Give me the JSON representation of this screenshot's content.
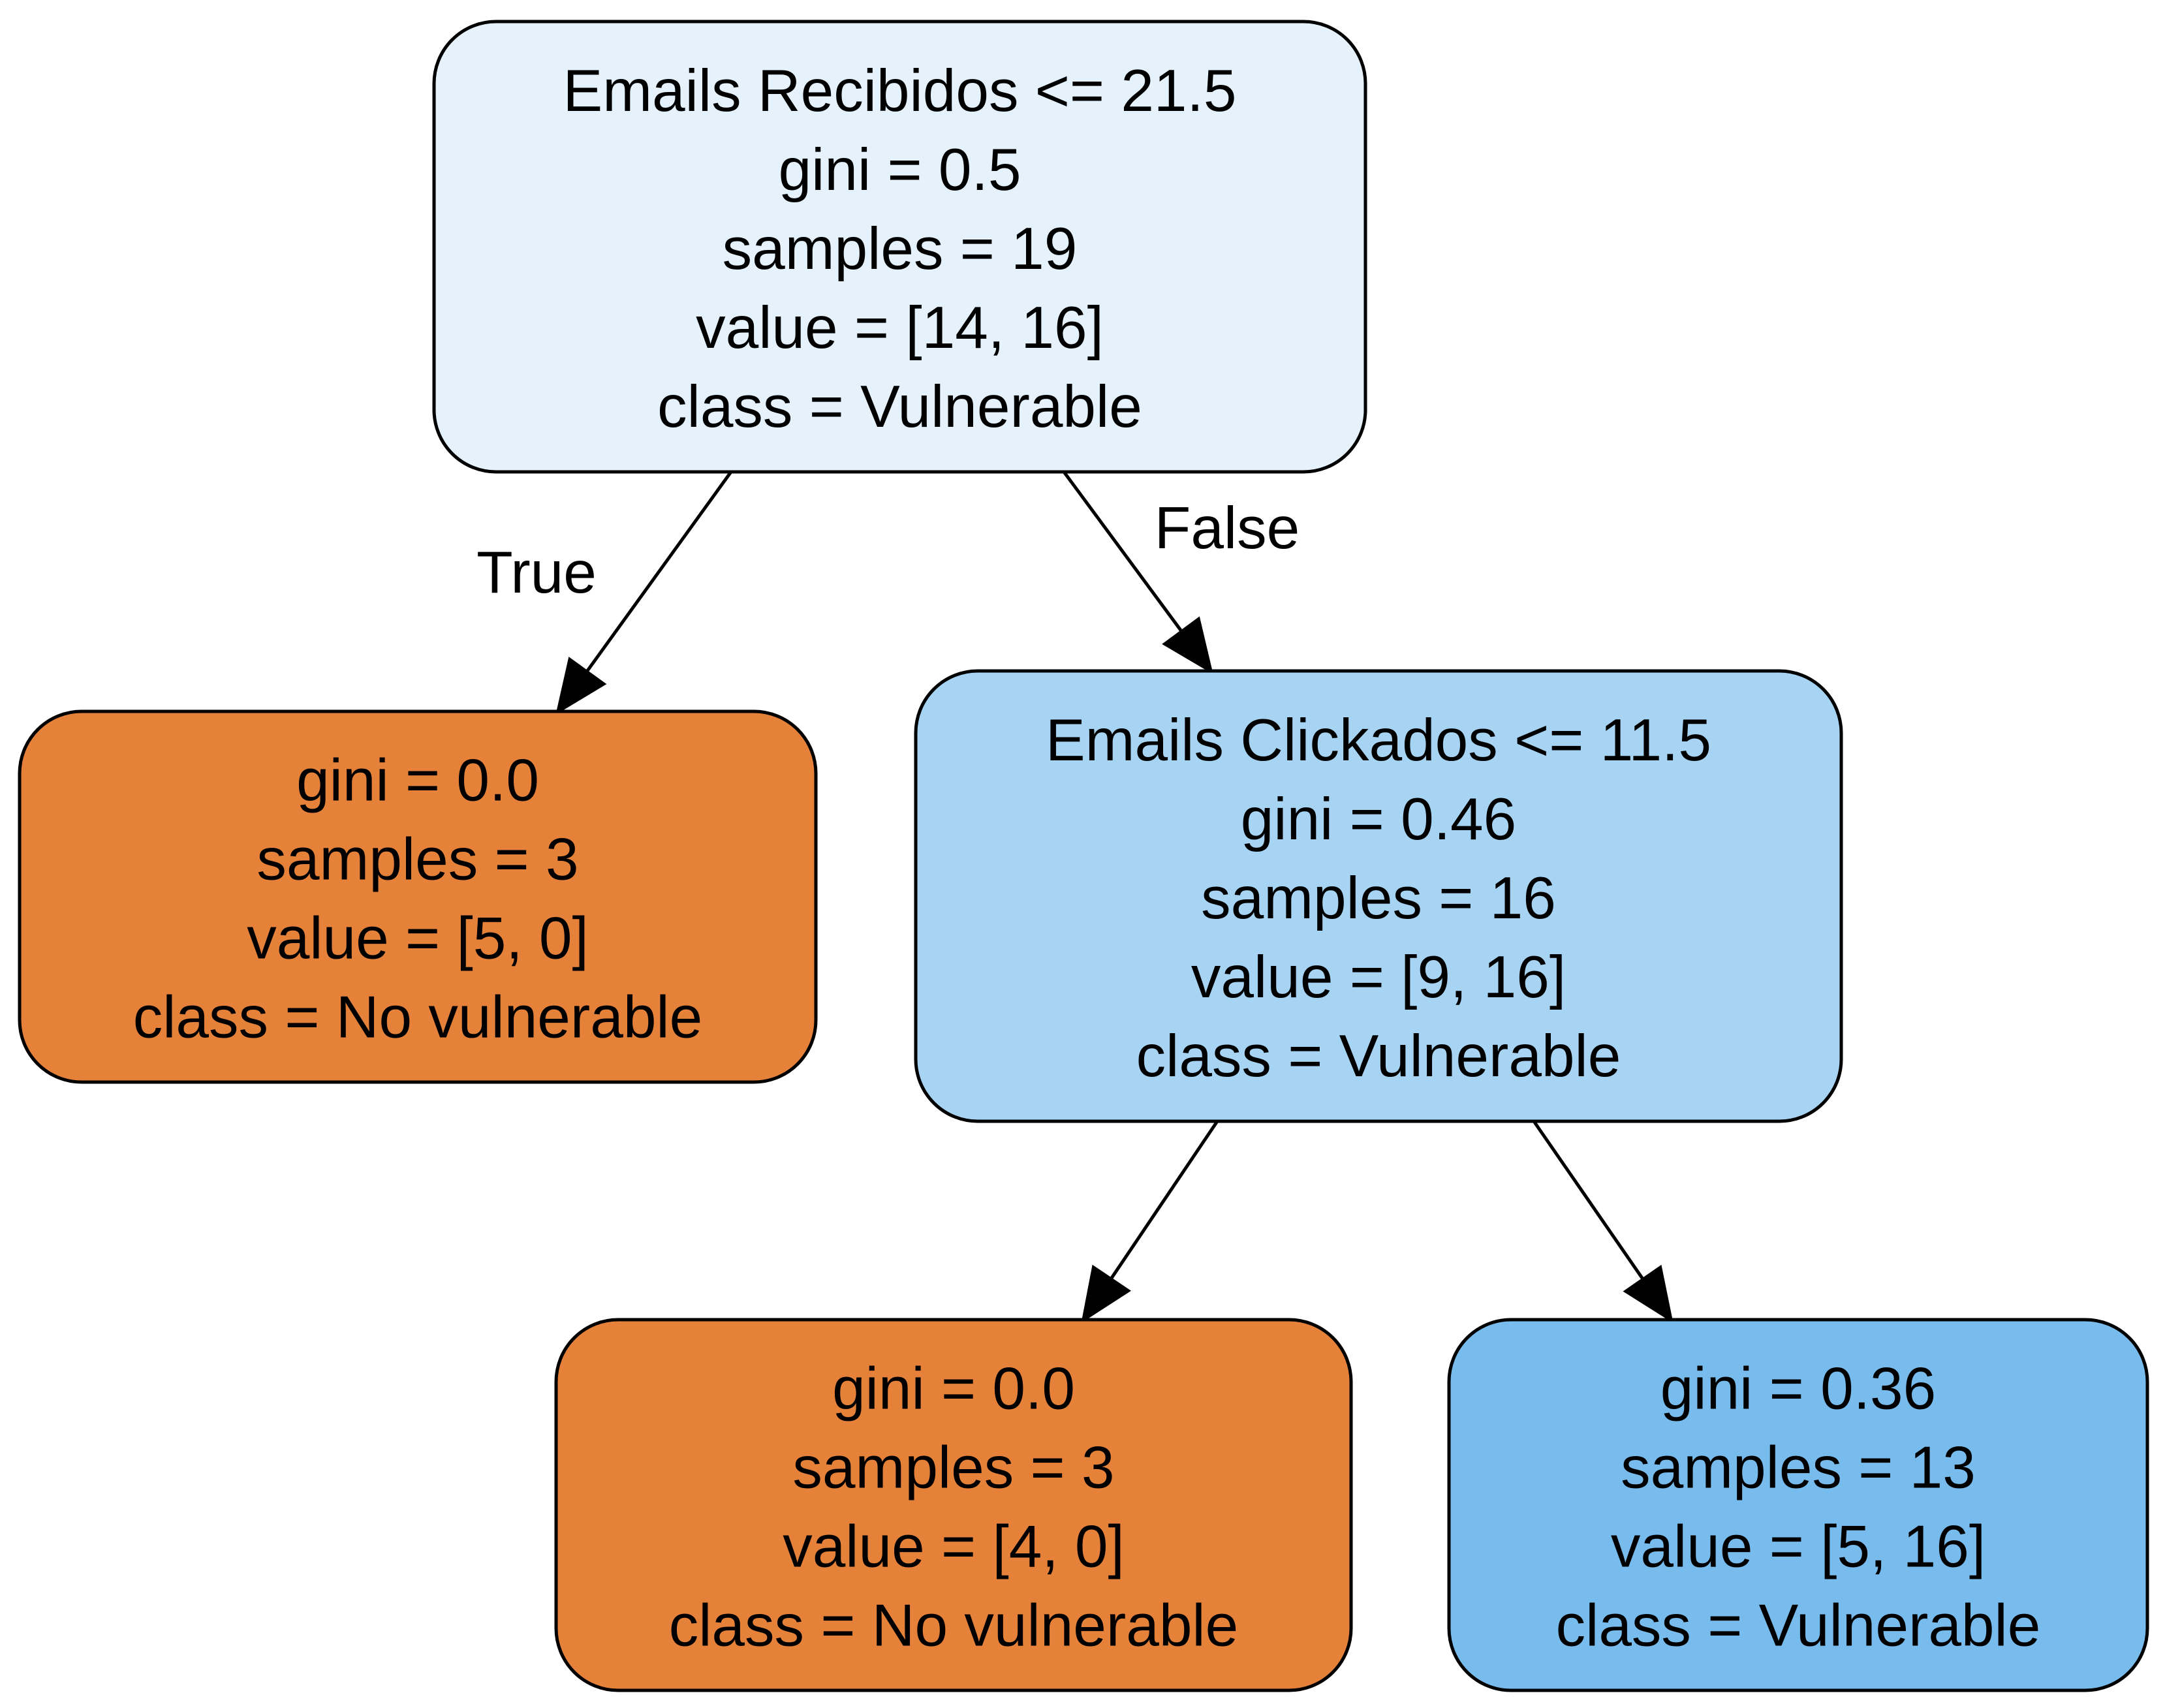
{
  "tree": {
    "nodes": [
      {
        "id": "root",
        "lines": [
          "Emails Recibidos <= 21.5",
          "gini = 0.5",
          "samples = 19",
          "value = [14, 16]",
          "class = Vulnerable"
        ],
        "fill": "#e5f2fc"
      },
      {
        "id": "left-leaf",
        "lines": [
          "gini = 0.0",
          "samples = 3",
          "value = [5, 0]",
          "class = No vulnerable"
        ],
        "fill": "#e58139"
      },
      {
        "id": "right-split",
        "lines": [
          "Emails Clickados <= 11.5",
          "gini = 0.46",
          "samples = 16",
          "value = [9, 16]",
          "class = Vulnerable"
        ],
        "fill": "#a8d4f4"
      },
      {
        "id": "bottom-left-leaf",
        "lines": [
          "gini = 0.0",
          "samples = 3",
          "value = [4, 0]",
          "class = No vulnerable"
        ],
        "fill": "#e58139"
      },
      {
        "id": "bottom-right-leaf",
        "lines": [
          "gini = 0.36",
          "samples = 13",
          "value = [5, 16]",
          "class = Vulnerable"
        ],
        "fill": "#78bbed"
      }
    ],
    "edges": [
      {
        "id": "root-to-left",
        "from": "root",
        "to": "left-leaf",
        "label": "True"
      },
      {
        "id": "root-to-right",
        "from": "root",
        "to": "right-split",
        "label": "False"
      },
      {
        "id": "right-to-bottom-left",
        "from": "right-split",
        "to": "bottom-left-leaf",
        "label": ""
      },
      {
        "id": "right-to-bottom-right",
        "from": "right-split",
        "to": "bottom-right-leaf",
        "label": ""
      }
    ]
  }
}
